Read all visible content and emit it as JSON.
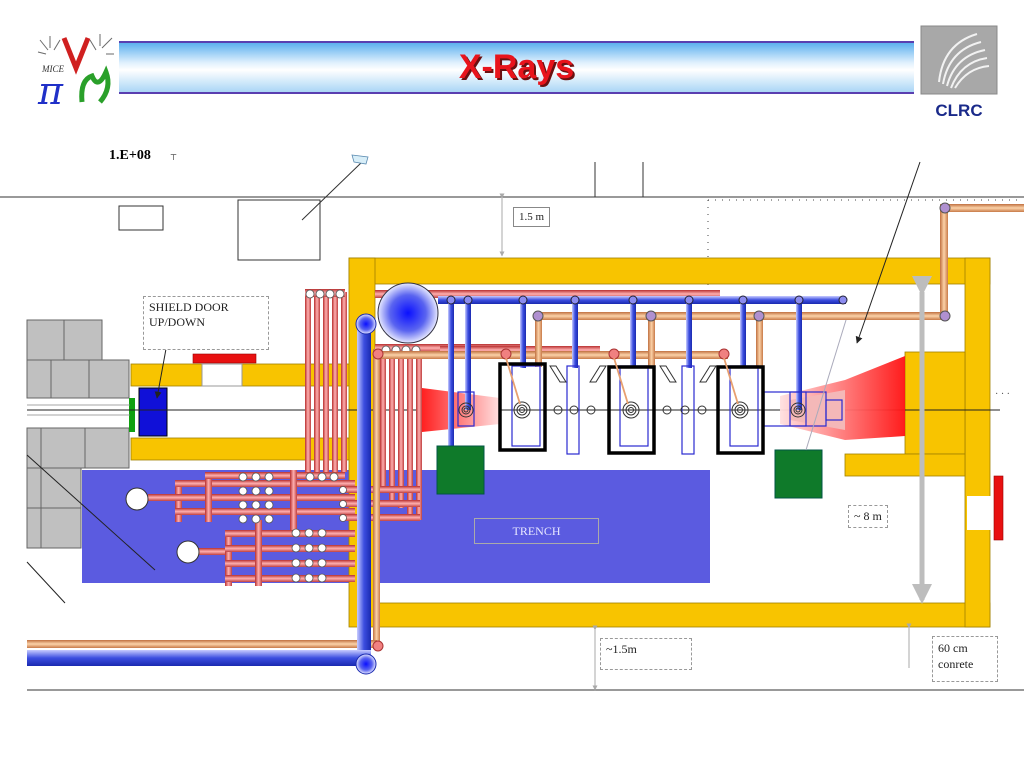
{
  "header": {
    "title": "X-Rays",
    "left_logo_text": "MICE",
    "right_logo_text": "CLRC"
  },
  "labels": {
    "counts": "1.E+08",
    "gap_top": "1.5 m",
    "shield_door": [
      "SHIELD  DOOR",
      "UP/DOWN"
    ],
    "trench": "TRENCH",
    "height": "~ 8  m",
    "gap_bottom": "~1.5m",
    "concrete": [
      "60  cm",
      "conrete"
    ]
  },
  "colors": {
    "title_red": "#e8141c",
    "title_border": "#5a3fb0",
    "yellow_wall": "#f8c400",
    "trench_blue": "#5b5be0",
    "pipe_red": "#e86b6b",
    "pipe_blue": "#3c4ee0",
    "pipe_orange": "#f2b07a",
    "grey_block": "#c0c0c0",
    "green_box": "#0f7a2a"
  }
}
